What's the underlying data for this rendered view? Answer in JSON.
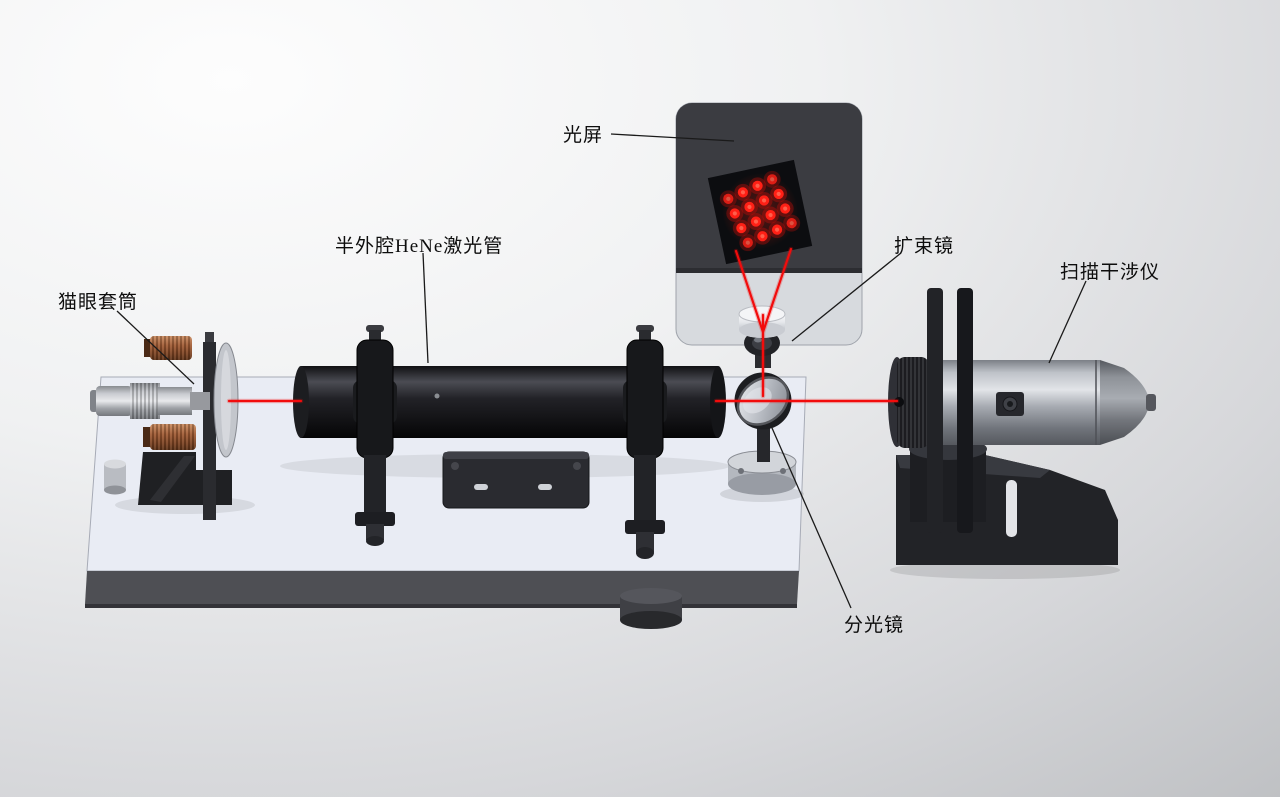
{
  "diagram": {
    "labels": {
      "screen": "光屏",
      "laser_tube": "半外腔HeNe激光管",
      "cat_eye": "猫眼套筒",
      "beam_expander": "扩束镜",
      "interferometer": "扫描干涉仪",
      "beam_splitter": "分光镜"
    },
    "colors": {
      "laser_beam": "#f20c0c",
      "leader_line": "#1a1a1a",
      "interference_dot": "#ff2016",
      "bench_top": "#e9ecf4",
      "bench_front": "#4e4f54",
      "screen_dark": "#3b3c41",
      "screen_light": "#d7dade",
      "copper_knob": "#a05a33"
    }
  }
}
